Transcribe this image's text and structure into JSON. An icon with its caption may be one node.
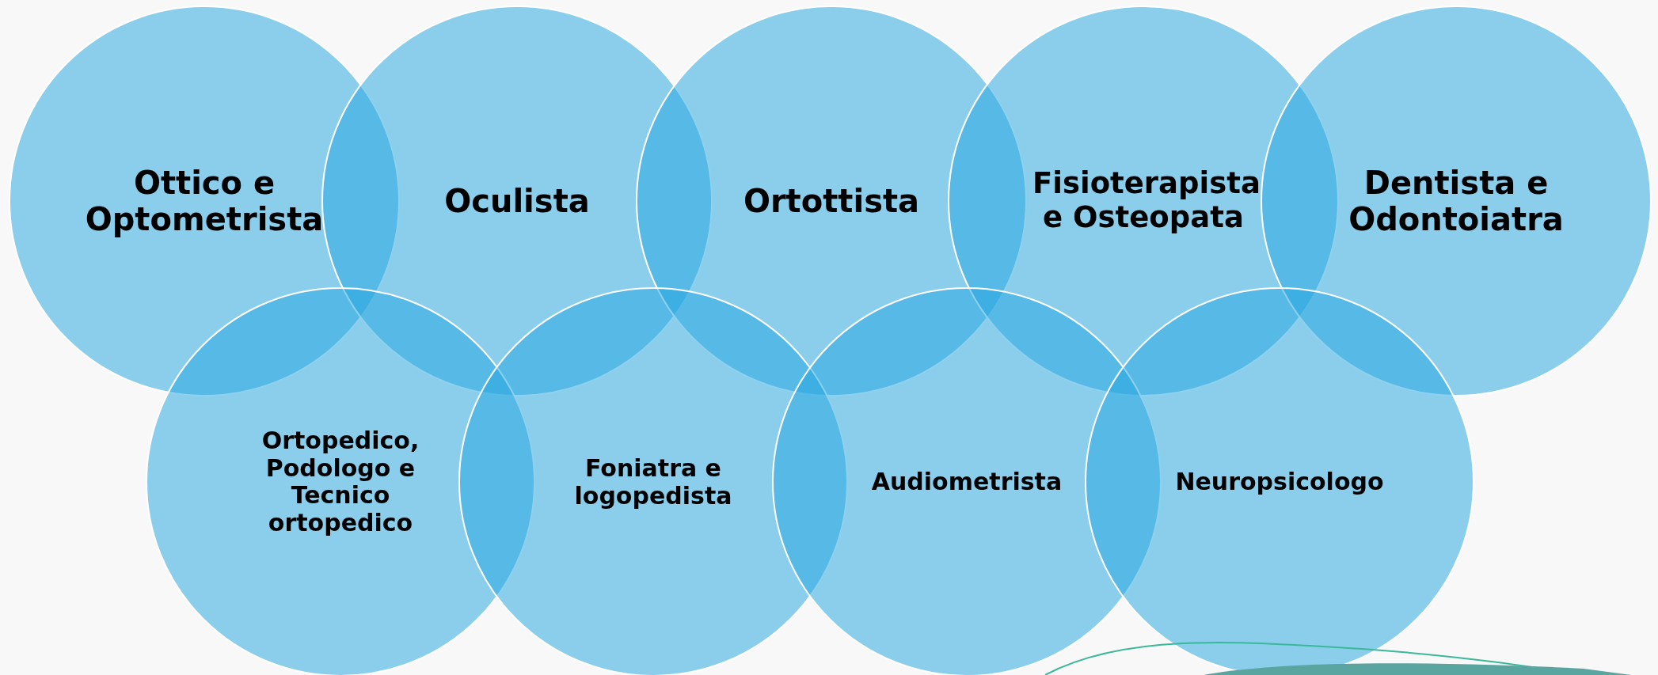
{
  "diagram": {
    "nodes": [
      {
        "text": [
          "Ottico e Optometrista"
        ]
      },
      {
        "text": [
          "Oculista"
        ]
      },
      {
        "text": [
          "Ortottista"
        ]
      },
      {
        "text": [
          "Fisioterapista e Osteopata"
        ]
      },
      {
        "text": [
          "Dentista e Odontoiatra"
        ]
      },
      {
        "text": [
          "Ortopedico, Podologo e Tecnico ortopedico"
        ]
      },
      {
        "text": [
          "Foniatra e logopedista"
        ]
      },
      {
        "text": [
          "Audiometrista"
        ]
      },
      {
        "text": [
          "Neuropsicologo"
        ]
      }
    ]
  }
}
